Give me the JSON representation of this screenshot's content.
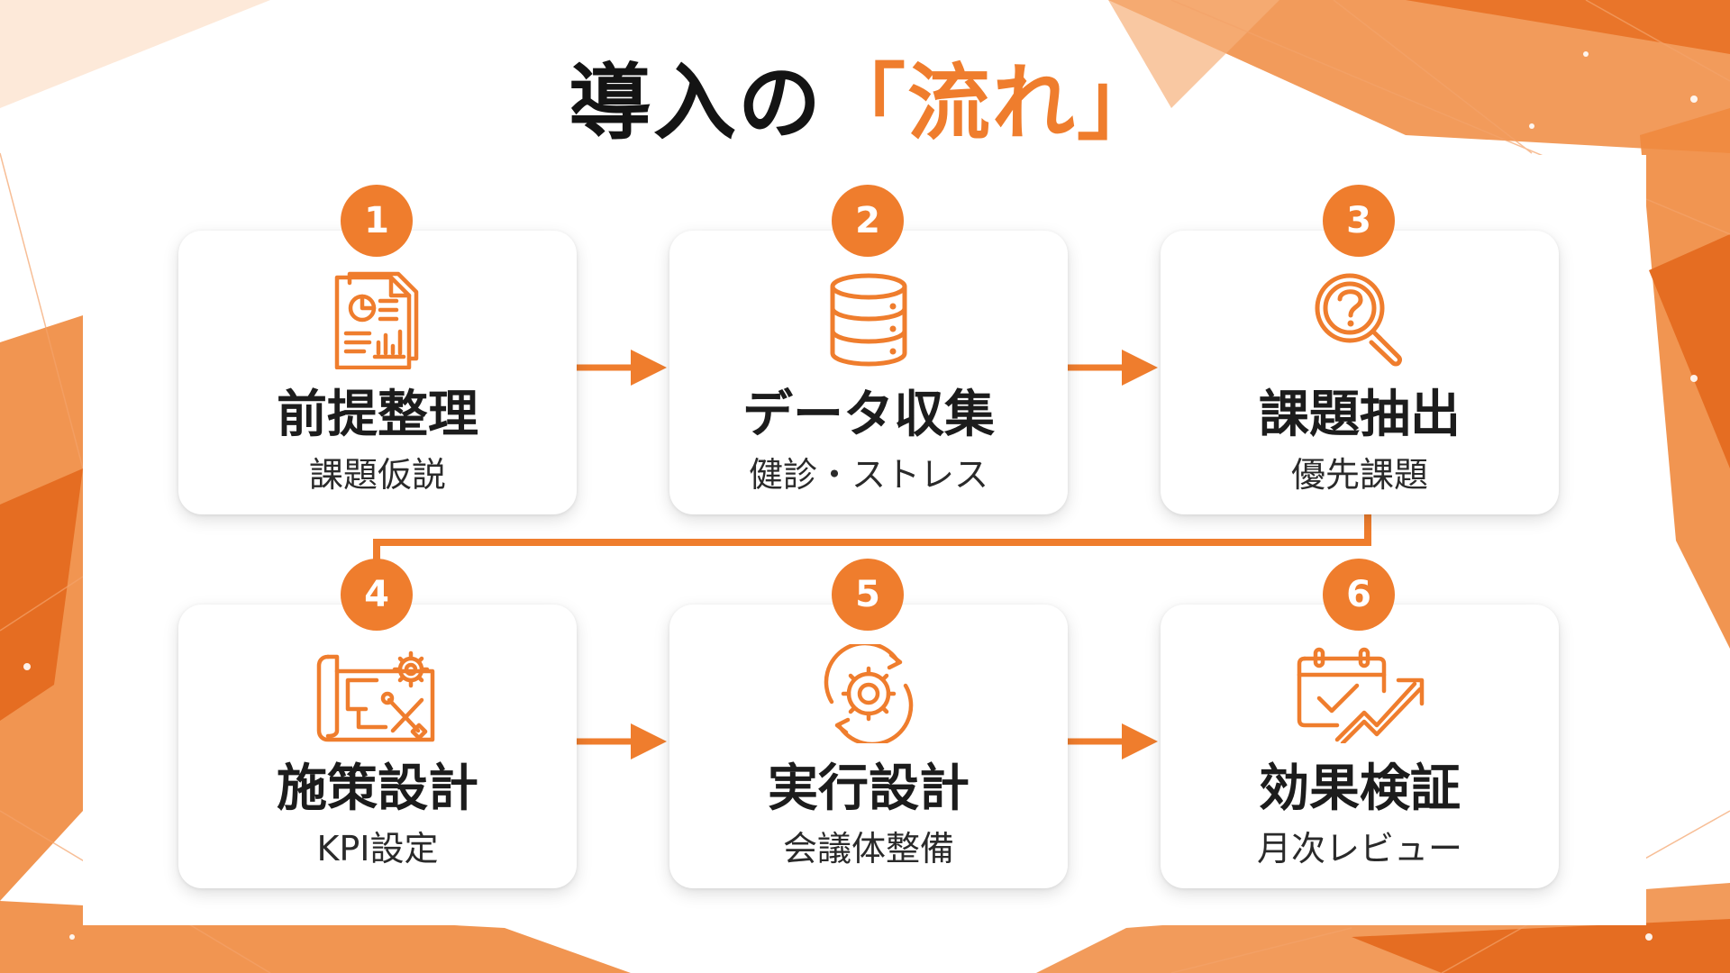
{
  "title": {
    "main": "導入の",
    "accent": "「流れ」"
  },
  "colors": {
    "accent": "#ef7d2d",
    "text": "#1c1c1c",
    "card_bg": "#ffffff"
  },
  "steps": [
    {
      "number": "1",
      "title": "前提整理",
      "subtitle": "課題仮説",
      "icon": "report-document-icon"
    },
    {
      "number": "2",
      "title": "データ収集",
      "subtitle": "健診・ストレス",
      "icon": "database-icon"
    },
    {
      "number": "3",
      "title": "課題抽出",
      "subtitle": "優先課題",
      "icon": "magnifier-question-icon"
    },
    {
      "number": "4",
      "title": "施策設計",
      "subtitle": "KPI設定",
      "icon": "blueprint-tools-icon"
    },
    {
      "number": "5",
      "title": "実行設計",
      "subtitle": "会議体整備",
      "icon": "gear-cycle-icon"
    },
    {
      "number": "6",
      "title": "効果検証",
      "subtitle": "月次レビュー",
      "icon": "calendar-growth-icon"
    }
  ]
}
